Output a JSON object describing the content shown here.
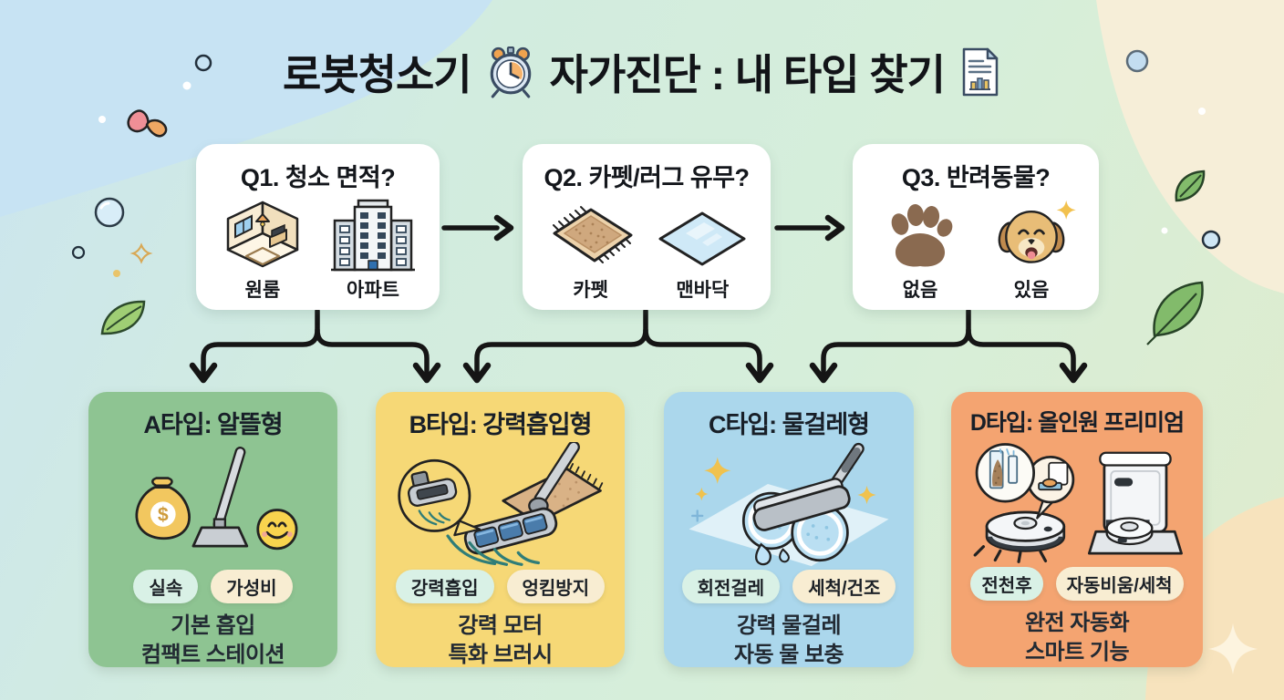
{
  "title": {
    "part1": "로봇청소기",
    "part2": "자가진단 : 내 타입 찾기",
    "icons": [
      "alarm-clock",
      "bar-chart-document"
    ]
  },
  "questions": [
    {
      "id": "Q1",
      "title": "Q1. 청소 면적?",
      "options": [
        {
          "label": "원룸",
          "icon": "one-room"
        },
        {
          "label": "아파트",
          "icon": "apartment-building"
        }
      ]
    },
    {
      "id": "Q2",
      "title": "Q2. 카펫/러그 유무?",
      "options": [
        {
          "label": "카펫",
          "icon": "carpet-rug"
        },
        {
          "label": "맨바닥",
          "icon": "bare-floor"
        }
      ]
    },
    {
      "id": "Q3",
      "title": "Q3. 반려동물?",
      "options": [
        {
          "label": "없음",
          "icon": "paw-print"
        },
        {
          "label": "있음",
          "icon": "dog-face"
        }
      ]
    }
  ],
  "types": [
    {
      "id": "A",
      "title": "A타입: 알뜰형",
      "color": "#8ec492",
      "art_icons": [
        "money-bag",
        "stick-vacuum",
        "smiley-face"
      ],
      "money_symbol": "$",
      "tags": [
        "실속",
        "가성비"
      ],
      "features": [
        "기본 흡입",
        "컴팩트 스테이션"
      ]
    },
    {
      "id": "B",
      "title": "B타입: 강력흡입형",
      "color": "#f6d876",
      "art_icons": [
        "suction-head-on-carpet",
        "brush-closeup-callout"
      ],
      "tags": [
        "강력흡입",
        "엉킴방지"
      ],
      "features": [
        "강력 모터",
        "특화 브러시"
      ]
    },
    {
      "id": "C",
      "title": "C타입: 물걸레형",
      "color": "#abd7ec",
      "art_icons": [
        "spin-mop",
        "water-drops",
        "sparkles"
      ],
      "tags": [
        "회전걸레",
        "세척/건조"
      ],
      "features": [
        "강력 물걸레",
        "자동 물 보충"
      ]
    },
    {
      "id": "D",
      "title": "D타입: 올인원 프리미엄",
      "color": "#f4a471",
      "art_icons": [
        "robot-vacuum",
        "all-in-one-dock",
        "dustbin-callout",
        "wash-tray-callout"
      ],
      "tags": [
        "전천후",
        "자동비움/세척"
      ],
      "features": [
        "완전 자동화",
        "스마트 기능"
      ]
    }
  ],
  "colors": {
    "background_mint": "#d6eeda",
    "background_blue_blob": "#c7e3f3",
    "background_cream_blob": "#f6eed8",
    "background_peach_blob": "#f7e3bd",
    "tag_mint": "#d9f1e6",
    "tag_cream": "#f8edd2",
    "arrow": "#151515",
    "box_white": "#ffffff"
  },
  "decorations": [
    "bubble",
    "leaf",
    "paint-splash",
    "gold-sparkle",
    "cream-sparkle",
    "white-dot"
  ]
}
